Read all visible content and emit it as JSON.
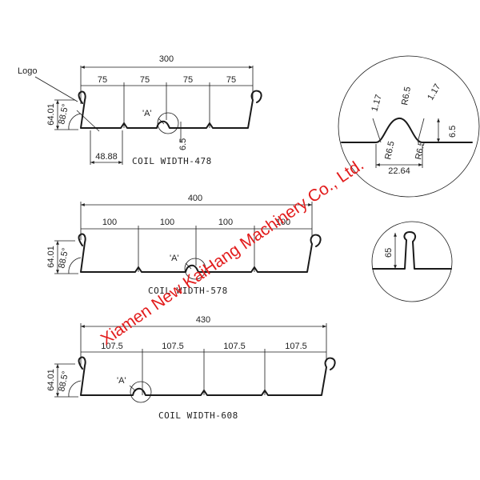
{
  "logo_label": "Logo",
  "profiles": [
    {
      "total_width": "300",
      "panels": [
        "75",
        "75",
        "75",
        "75"
      ],
      "height": "64.01",
      "angle": "88.5°",
      "detail_ref": "'A'",
      "rib_height": "6.5",
      "edge_width": "48.88",
      "coil_label": "COIL WIDTH-478"
    },
    {
      "total_width": "400",
      "panels": [
        "100",
        "100",
        "100",
        "100"
      ],
      "height": "64.01",
      "angle": "88.5°",
      "detail_ref": "'A'",
      "coil_label": "COIL WIDTH-578"
    },
    {
      "total_width": "430",
      "panels": [
        "107.5",
        "107.5",
        "107.5",
        "107.5"
      ],
      "height": "64.01",
      "angle": "88.5°",
      "detail_ref": "'A'",
      "coil_label": "COIL WIDTH-608"
    }
  ],
  "detail_a": {
    "dims": [
      "1.17",
      "R6.5",
      "1.17",
      "6.5",
      "R6.5",
      "R6.5",
      "22.64"
    ]
  },
  "detail_seam": {
    "height": "65"
  },
  "watermark": "Xiamen New KaiHang Machinery Co., Ltd."
}
